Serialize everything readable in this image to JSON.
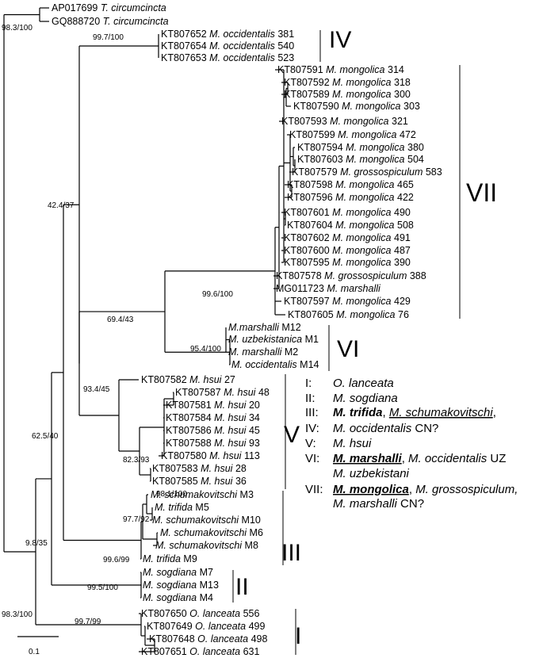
{
  "tree": {
    "leaves": [
      {
        "acc": "AP017699",
        "genus": "T.",
        "species": "circumcincta",
        "code": ""
      },
      {
        "acc": "GQ888720",
        "genus": "T.",
        "species": "circumcincta",
        "code": ""
      },
      {
        "acc": "KT807652",
        "genus": "M.",
        "species": "occidentalis",
        "code": "381"
      },
      {
        "acc": "KT807654",
        "genus": "M.",
        "species": "occidentalis",
        "code": "540"
      },
      {
        "acc": "KT807653",
        "genus": "M.",
        "species": "occidentalis",
        "code": "523"
      },
      {
        "acc": "KT807591",
        "genus": "M.",
        "species": "mongolica",
        "code": "314"
      },
      {
        "acc": "KT807592",
        "genus": "M.",
        "species": "mongolica",
        "code": "318"
      },
      {
        "acc": "KT807589",
        "genus": "M.",
        "species": "mongolica",
        "code": "300"
      },
      {
        "acc": "KT807590",
        "genus": "M.",
        "species": "mongolica",
        "code": "303"
      },
      {
        "acc": "KT807593",
        "genus": "M.",
        "species": "mongolica",
        "code": "321"
      },
      {
        "acc": "KT807599",
        "genus": "M.",
        "species": "mongolica",
        "code": "472"
      },
      {
        "acc": "KT807594",
        "genus": "M.",
        "species": "mongolica",
        "code": "380"
      },
      {
        "acc": "KT807603",
        "genus": "M.",
        "species": "mongolica",
        "code": "504"
      },
      {
        "acc": "KT807579",
        "genus": "M.",
        "species": "grossospiculum",
        "code": "583"
      },
      {
        "acc": "KT807598",
        "genus": "M.",
        "species": "mongolica",
        "code": "465"
      },
      {
        "acc": "KT807596",
        "genus": "M.",
        "species": "mongolica",
        "code": "422"
      },
      {
        "acc": "KT807601",
        "genus": "M.",
        "species": "mongolica",
        "code": "490"
      },
      {
        "acc": "KT807604",
        "genus": "M.",
        "species": "mongolica",
        "code": "508"
      },
      {
        "acc": "KT807602",
        "genus": "M.",
        "species": "mongolica",
        "code": "491"
      },
      {
        "acc": "KT807600",
        "genus": "M.",
        "species": "mongolica",
        "code": "487"
      },
      {
        "acc": "KT807595",
        "genus": "M.",
        "species": "mongolica",
        "code": "390"
      },
      {
        "acc": "KT807578",
        "genus": "M.",
        "species": "grossospiculum",
        "code": "388"
      },
      {
        "acc": "MG011723",
        "genus": "M.",
        "species": "marshalli",
        "code": ""
      },
      {
        "acc": "KT807597",
        "genus": "M.",
        "species": "mongolica",
        "code": "429"
      },
      {
        "acc": "KT807605",
        "genus": "M.",
        "species": "mongolica",
        "code": "76"
      },
      {
        "acc": "",
        "genus": "M.",
        "species": "marshalli",
        "code": "M12",
        "nospace": true
      },
      {
        "acc": "",
        "genus": "M.",
        "species": "uzbekistanica",
        "code": "M1"
      },
      {
        "acc": "",
        "genus": "M.",
        "species": "marshalli",
        "code": "M2"
      },
      {
        "acc": "",
        "genus": "M.",
        "species": "occidentalis",
        "code": "M14"
      },
      {
        "acc": "KT807582",
        "genus": "M.",
        "species": "hsui",
        "code": "27"
      },
      {
        "acc": "KT807587",
        "genus": "M.",
        "species": "hsui",
        "code": "48"
      },
      {
        "acc": "KT807581",
        "genus": "M.",
        "species": "hsui",
        "code": "20"
      },
      {
        "acc": "KT807584",
        "genus": "M.",
        "species": "hsui",
        "code": "34"
      },
      {
        "acc": "KT807586",
        "genus": "M.",
        "species": "hsui",
        "code": "45"
      },
      {
        "acc": "KT807588",
        "genus": "M.",
        "species": "hsui",
        "code": "93"
      },
      {
        "acc": "KT807580",
        "genus": "M.",
        "species": "hsui",
        "code": "113"
      },
      {
        "acc": "KT807583",
        "genus": "M.",
        "species": "hsui",
        "code": "28"
      },
      {
        "acc": "KT807585",
        "genus": "M.",
        "species": "hsui",
        "code": "36"
      },
      {
        "acc": "",
        "genus": "M.",
        "species": "schumakovitschi",
        "code": "M3"
      },
      {
        "acc": "",
        "genus": "M.",
        "species": "trifida",
        "code": "M5"
      },
      {
        "acc": "",
        "genus": "M.",
        "species": "schumakovitschi",
        "code": "M10"
      },
      {
        "acc": "",
        "genus": "M.",
        "species": "schumakovitschi",
        "code": "M6"
      },
      {
        "acc": "",
        "genus": "M.",
        "species": "schumakovitschi",
        "code": "M8"
      },
      {
        "acc": "",
        "genus": "M.",
        "species": "trifida",
        "code": "M9"
      },
      {
        "acc": "",
        "genus": "M.",
        "species": "sogdiana",
        "code": "M7"
      },
      {
        "acc": "",
        "genus": "M.",
        "species": "sogdiana",
        "code": "M13"
      },
      {
        "acc": "",
        "genus": "M.",
        "species": "sogdiana",
        "code": "M4"
      },
      {
        "acc": "KT807650",
        "genus": "O.",
        "species": "lanceata",
        "code": "556"
      },
      {
        "acc": "KT807649",
        "genus": "O.",
        "species": "lanceata",
        "code": "499"
      },
      {
        "acc": "KT807648",
        "genus": "O.",
        "species": "lanceata",
        "code": "498"
      },
      {
        "acc": "KT807651",
        "genus": "O.",
        "species": "lanceata",
        "code": "631"
      }
    ],
    "support": [
      "98.3/100",
      "99.7/100",
      "42.4/37",
      "99.6/100",
      "69.4/43",
      "95.4/100",
      "93.4/45",
      "62.5/40",
      "82.3/93",
      "97.7/92",
      "98.1/100",
      "99.6/99",
      "9.8/35",
      "99.5/100",
      "98.3/100",
      "99.7/99"
    ],
    "clades": [
      "IV",
      "VII",
      "VI",
      "V",
      "III",
      "II",
      "I"
    ],
    "scale": "0.1"
  },
  "legend": [
    {
      "numeral": "I:",
      "parts": [
        {
          "t": "O. lanceata",
          "i": true
        }
      ]
    },
    {
      "numeral": "II:",
      "parts": [
        {
          "t": "M. sogdiana",
          "i": true
        }
      ]
    },
    {
      "numeral": "III:",
      "parts": [
        {
          "t": "M. trifida",
          "i": true,
          "b": true
        },
        {
          "t": ", "
        },
        {
          "t": "M. schumakovitschi",
          "i": true,
          "u": true
        },
        {
          "t": ","
        }
      ]
    },
    {
      "numeral": "IV:",
      "parts": [
        {
          "t": "M. occidentalis",
          "i": true
        },
        {
          "t": " CN?"
        }
      ]
    },
    {
      "numeral": "V:",
      "parts": [
        {
          "t": "M. hsui",
          "i": true
        }
      ]
    },
    {
      "numeral": "VI:",
      "parts": [
        {
          "t": "M. marshalli",
          "i": true,
          "b": true,
          "u": true
        },
        {
          "t": ", "
        },
        {
          "t": "M. occidentalis",
          "i": true
        },
        {
          "t": " UZ"
        }
      ]
    },
    {
      "numeral": "",
      "parts": [
        {
          "t": "M. uzbekistani",
          "i": true
        }
      ]
    },
    {
      "numeral": "VII:",
      "parts": [
        {
          "t": "M. mongolica",
          "i": true,
          "b": true,
          "u": true
        },
        {
          "t": ", "
        },
        {
          "t": "M. grossospiculum,",
          "i": true
        }
      ]
    },
    {
      "numeral": "",
      "parts": [
        {
          "t": "M. marshalli",
          "i": true
        },
        {
          "t": " CN?"
        }
      ]
    }
  ]
}
